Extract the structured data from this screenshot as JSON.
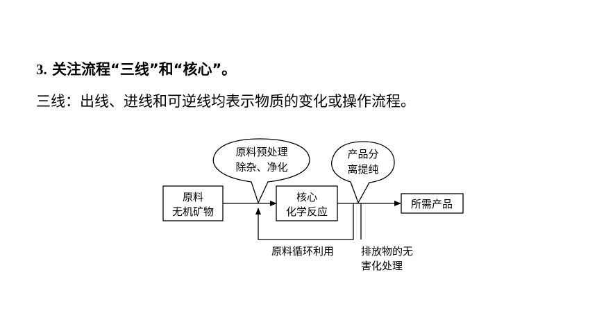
{
  "heading": {
    "number": "3.",
    "text": " 关注流程“三线”和“核心”。"
  },
  "description": "三线：出线、进线和可逆线均表示物质的变化或操作流程。",
  "diagram": {
    "raw_material": {
      "line1": "原料",
      "line2": "无机矿物"
    },
    "pretreatment_bubble": {
      "line1": "原料预处理",
      "line2": "除杂、净化"
    },
    "core": {
      "line1": "核心",
      "line2": "化学反应"
    },
    "separation_bubble": {
      "line1": "产品分",
      "line2": "离提纯"
    },
    "product": "所需产品",
    "recycle_label": "原料循环利用",
    "waste_label": {
      "line1": "排放物的无",
      "line2": "害化处理"
    }
  }
}
